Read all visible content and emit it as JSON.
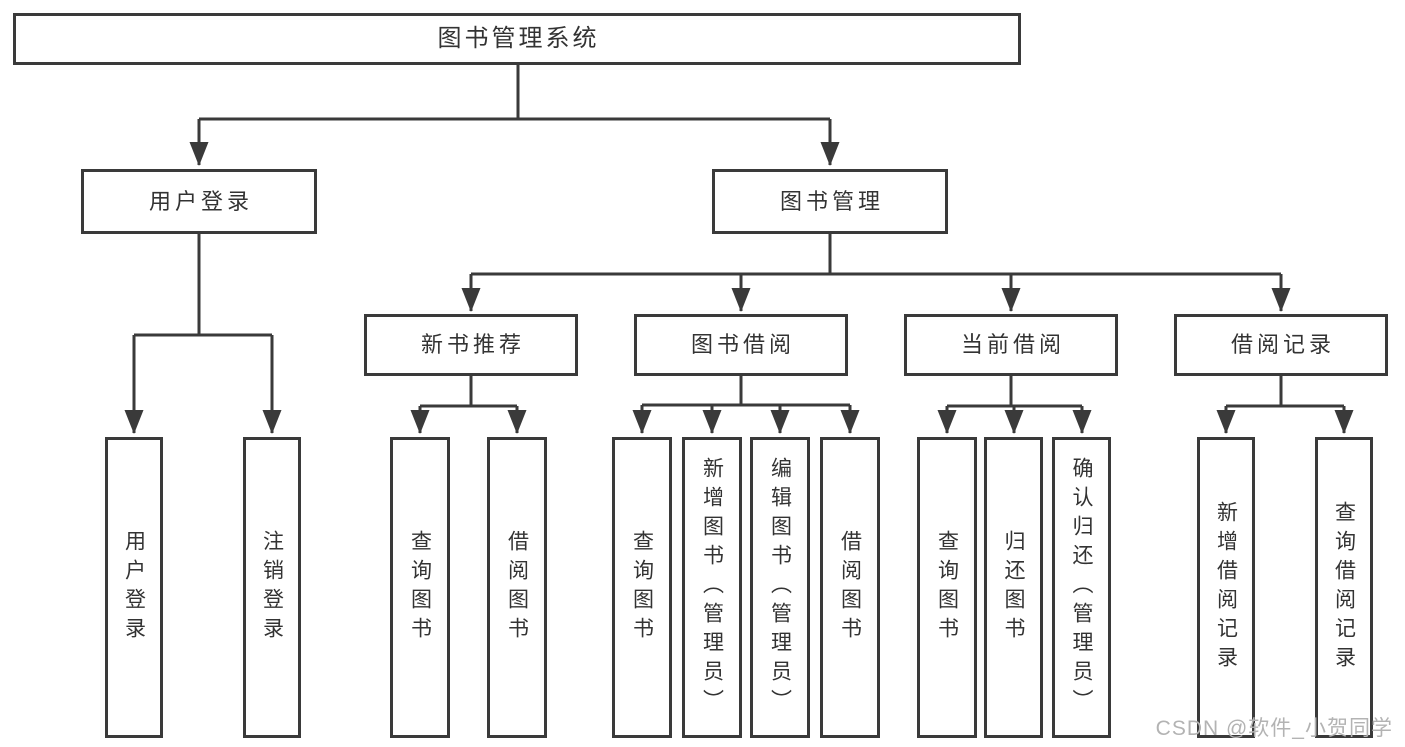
{
  "tree": {
    "label": "图书管理系统",
    "children": [
      {
        "label": "用户登录",
        "children": [
          {
            "label": "用户登录"
          },
          {
            "label": "注销登录"
          }
        ]
      },
      {
        "label": "图书管理",
        "children": [
          {
            "label": "新书推荐",
            "children": [
              {
                "label": "查询图书"
              },
              {
                "label": "借阅图书"
              }
            ]
          },
          {
            "label": "图书借阅",
            "children": [
              {
                "label": "查询图书"
              },
              {
                "label": "新增图书（管理员）"
              },
              {
                "label": "编辑图书（管理员）"
              },
              {
                "label": "借阅图书"
              }
            ]
          },
          {
            "label": "当前借阅",
            "children": [
              {
                "label": "查询图书"
              },
              {
                "label": "归还图书"
              },
              {
                "label": "确认归还（管理员）"
              }
            ]
          },
          {
            "label": "借阅记录",
            "children": [
              {
                "label": "新增借阅记录"
              },
              {
                "label": "查询借阅记录"
              }
            ]
          }
        ]
      }
    ]
  },
  "watermark": {
    "text": "CSDN @软件_小贺同学"
  },
  "colors": {
    "line": "#3a3a3a",
    "text": "#333333",
    "watermark_text": "#b3b3b3",
    "background": "#ffffff"
  }
}
